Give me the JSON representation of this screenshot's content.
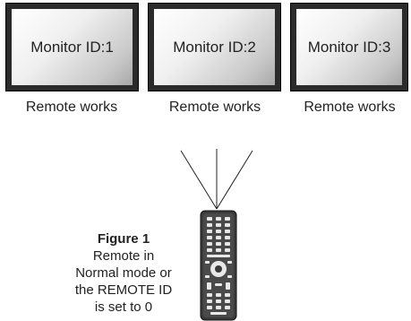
{
  "monitors": [
    {
      "label": "Monitor ID:1",
      "status": "Remote works"
    },
    {
      "label": "Monitor ID:2",
      "status": "Remote works"
    },
    {
      "label": "Monitor ID:3",
      "status": "Remote works"
    }
  ],
  "figure": {
    "title": "Figure 1",
    "lines": [
      "Remote in",
      "Normal mode or",
      "the REMOTE ID",
      "is set to 0"
    ]
  },
  "colors": {
    "bezel": "#2b2b2b",
    "remote_body": "#3a3a3a",
    "beam_line": "#222222"
  }
}
